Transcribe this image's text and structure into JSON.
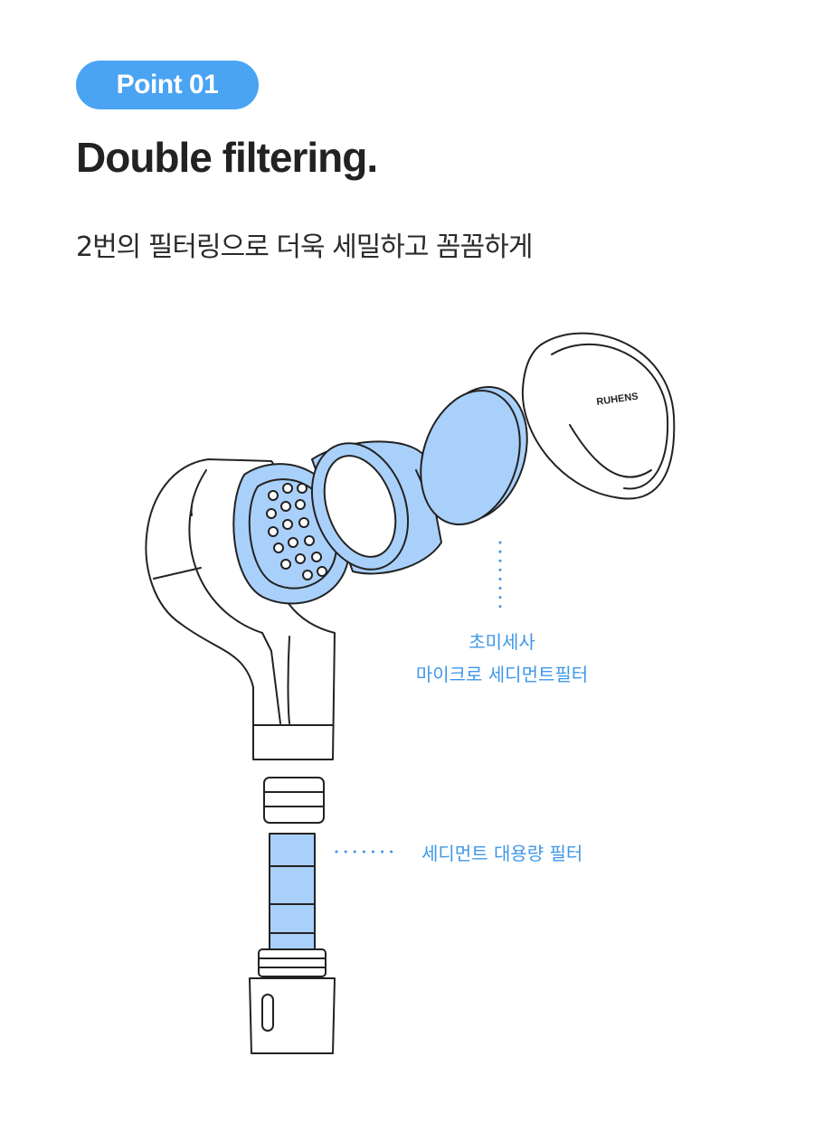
{
  "badge": {
    "label": "Point 01"
  },
  "headline": "Double filtering.",
  "subhead": "2번의 필터링으로 더욱 세밀하고 꼼꼼하게",
  "labels": {
    "micro_filter_line1": "초미세사",
    "micro_filter_line2": "마이크로 세디먼트필터",
    "sediment_filter": "세디먼트 대용량 필터"
  },
  "brand_mark": "RUHENS",
  "colors": {
    "accent": "#4aa3f3",
    "filter_blue": "#a9d0fa",
    "line": "#222222"
  }
}
